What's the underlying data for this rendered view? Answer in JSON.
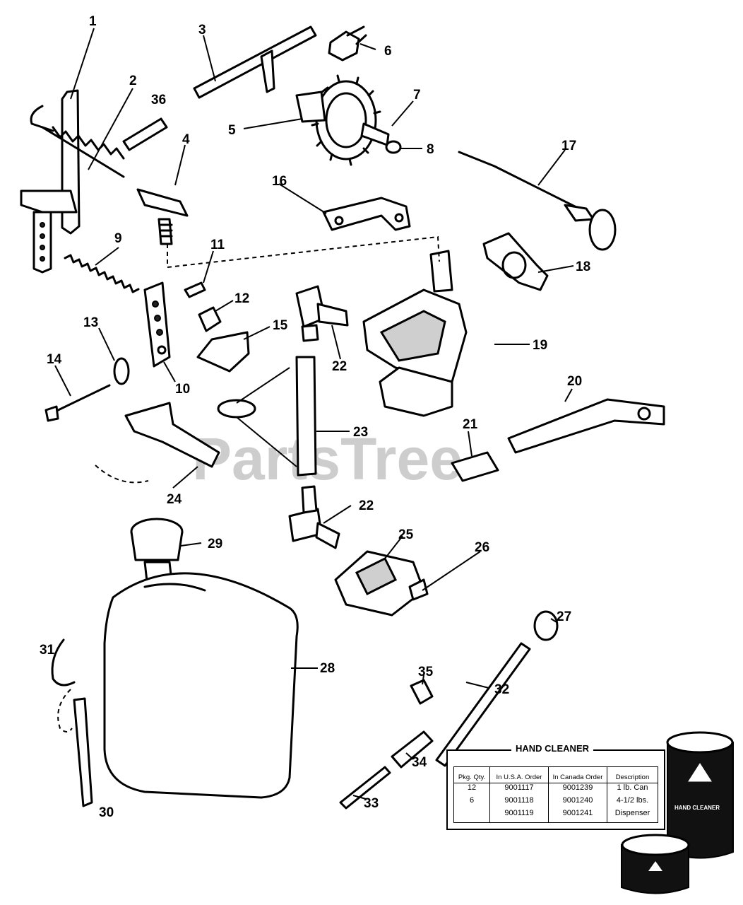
{
  "watermark": "PartsTree",
  "callouts": {
    "c1": "1",
    "c2": "2",
    "c3": "3",
    "c4": "4",
    "c5": "5",
    "c6": "6",
    "c7": "7",
    "c8": "8",
    "c9": "9",
    "c10": "10",
    "c11": "11",
    "c12": "12",
    "c13": "13",
    "c14": "14",
    "c15": "15",
    "c16": "16",
    "c17": "17",
    "c18": "18",
    "c19": "19",
    "c20": "20",
    "c21": "21",
    "c22a": "22",
    "c22b": "22",
    "c23": "23",
    "c24": "24",
    "c25": "25",
    "c26": "26",
    "c27": "27",
    "c28": "28",
    "c29": "29",
    "c30": "30",
    "c31": "31",
    "c32": "32",
    "c33": "33",
    "c34": "34",
    "c35": "35",
    "c36": "36"
  },
  "hand_cleaner": {
    "title": "HAND CLEANER",
    "headers": [
      "Pkg. Qty.",
      "In U.S.A. Order",
      "In Canada Order",
      "Description"
    ],
    "rows": [
      [
        "12",
        "9001117",
        "9001239",
        "1 lb. Can"
      ],
      [
        "6",
        "9001118",
        "9001240",
        "4-1/2 lbs."
      ],
      [
        "",
        "9001119",
        "9001241",
        "Dispenser"
      ]
    ],
    "can_label": "HAND CLEANER"
  }
}
